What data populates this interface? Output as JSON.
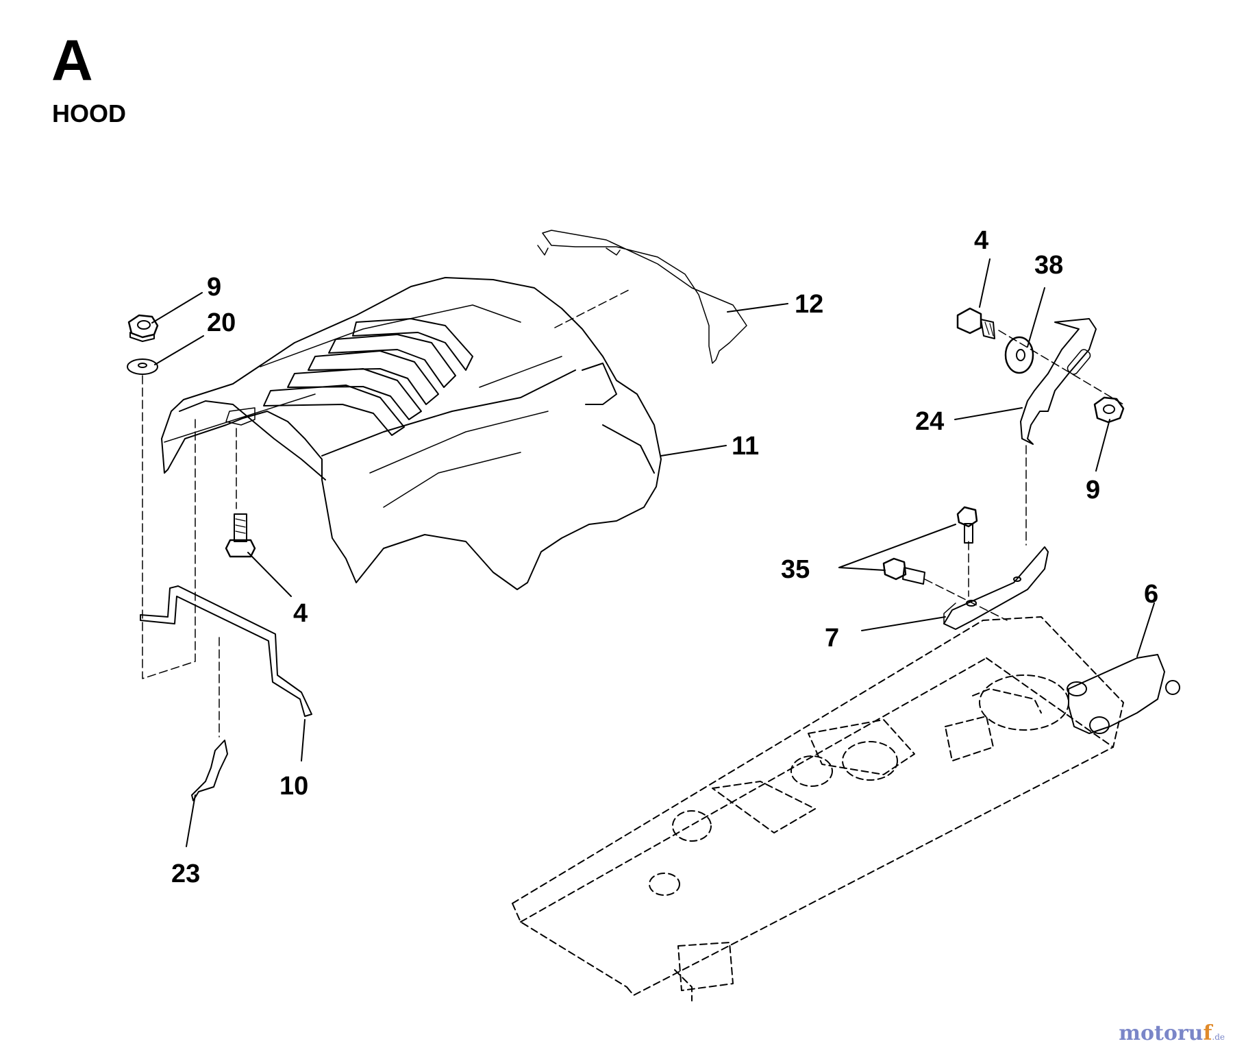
{
  "header": {
    "section_letter": "A",
    "title": "HOOD"
  },
  "callouts": [
    {
      "id": "c9a",
      "label": "9"
    },
    {
      "id": "c20",
      "label": "20"
    },
    {
      "id": "c12",
      "label": "12"
    },
    {
      "id": "c11",
      "label": "11"
    },
    {
      "id": "c4a",
      "label": "4"
    },
    {
      "id": "c10",
      "label": "10"
    },
    {
      "id": "c23",
      "label": "23"
    },
    {
      "id": "c4b",
      "label": "4"
    },
    {
      "id": "c38",
      "label": "38"
    },
    {
      "id": "c24",
      "label": "24"
    },
    {
      "id": "c9b",
      "label": "9"
    },
    {
      "id": "c35",
      "label": "35"
    },
    {
      "id": "c7",
      "label": "7"
    },
    {
      "id": "c6",
      "label": "6"
    }
  ],
  "watermark": {
    "main": "motoru",
    "accent": "f",
    "sub": ".de"
  }
}
